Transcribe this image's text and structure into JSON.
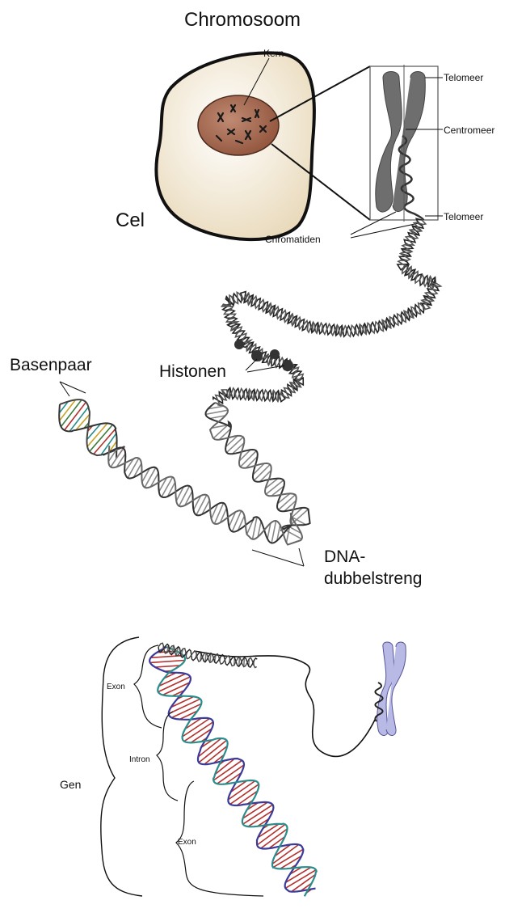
{
  "title": "Chromosoom",
  "labels": {
    "kern": "Kern",
    "cel": "Cel",
    "telomeer_top": "Telomeer",
    "centromeer": "Centromeer",
    "telomeer_bottom": "Telomeer",
    "chromatiden": "Chromatiden",
    "histonen": "Histonen",
    "basenpaar": "Basenpaar",
    "dna_line1": "DNA-",
    "dna_line2": "dubbelstreng",
    "exon_top": "Exon",
    "intron": "Intron",
    "gen": "Gen",
    "exon_bottom": "Exon"
  },
  "colors": {
    "cell_fill": "#f1e6cf",
    "nucleus_fill": "#9a5c44",
    "chromosome_grey": "#6e6e6e",
    "helix_red": "#b3302d",
    "helix_teal": "#2a8c8c",
    "chromosome_lavender": "#b9b9e6"
  }
}
